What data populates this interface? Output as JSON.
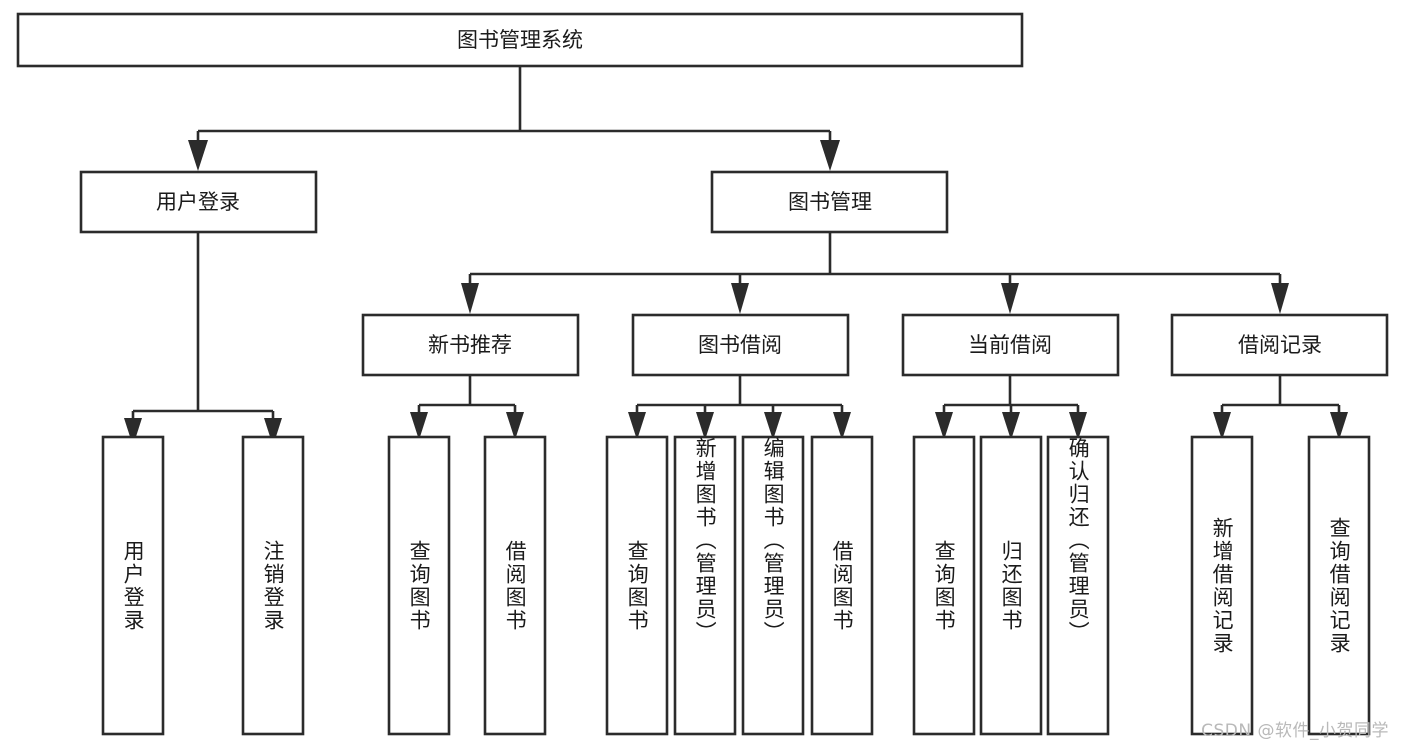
{
  "diagram": {
    "type": "tree",
    "title": "图书管理系统",
    "orientation": "top-down",
    "colors": {
      "box_stroke": "#2b2b2b",
      "box_fill": "#ffffff",
      "connector": "#2b2b2b",
      "text": "#1b1b1b",
      "background": "#ffffff",
      "watermark": "#b9b9b9"
    },
    "root": {
      "label": "图书管理系统"
    },
    "level2": [
      {
        "label": "用户登录"
      },
      {
        "label": "图书管理"
      }
    ],
    "level3": [
      {
        "label": "新书推荐"
      },
      {
        "label": "图书借阅"
      },
      {
        "label": "当前借阅"
      },
      {
        "label": "借阅记录"
      }
    ],
    "leaves": {
      "user_login": [
        {
          "label": "用户登录"
        },
        {
          "label": "注销登录"
        }
      ],
      "new_book_recommend": [
        {
          "label": "查询图书"
        },
        {
          "label": "借阅图书"
        }
      ],
      "book_borrow": [
        {
          "label": "查询图书"
        },
        {
          "label": "新增图书（管理员）"
        },
        {
          "label": "编辑图书（管理员）"
        },
        {
          "label": "借阅图书"
        }
      ],
      "current_borrow": [
        {
          "label": "查询图书"
        },
        {
          "label": "归还图书"
        },
        {
          "label": "确认归还（管理员）"
        }
      ],
      "borrow_record": [
        {
          "label": "新增借阅记录"
        },
        {
          "label": "查询借阅记录"
        }
      ]
    }
  },
  "watermark": {
    "text": "CSDN @软件_小贺同学"
  }
}
